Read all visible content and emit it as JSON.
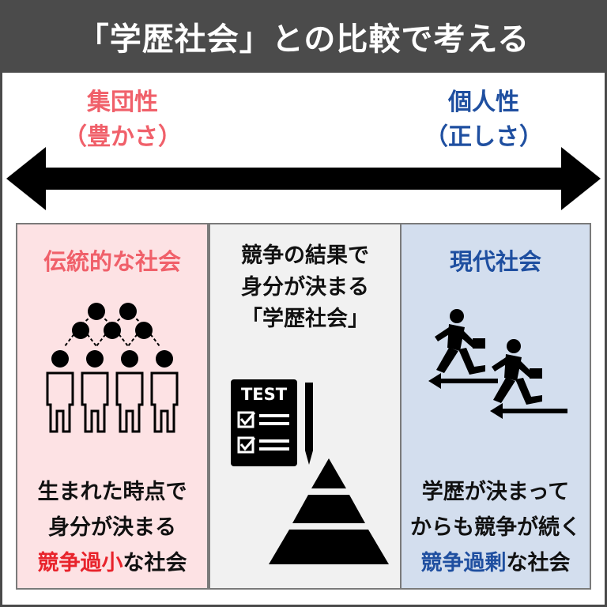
{
  "header": {
    "title": "「学歴社会」との比較で考える"
  },
  "axis": {
    "left": {
      "line1": "集団性",
      "line2": "（豊かさ）"
    },
    "right": {
      "line1": "個人性",
      "line2": "（正しさ）"
    }
  },
  "panels": {
    "left": {
      "title": "伝統的な社会",
      "caption_line1": "生まれた時点で",
      "caption_line2": "身分が決まる",
      "caption_highlight": "競争過小",
      "caption_rest": "な社会"
    },
    "middle": {
      "line1": "競争の結果で",
      "line2": "身分が決まる",
      "line3": "「学歴社会」",
      "test_label": "TEST"
    },
    "right": {
      "title": "現代社会",
      "caption_line1": "学歴が決まって",
      "caption_line2": "からも競争が続く",
      "caption_highlight": "競争過剰",
      "caption_rest": "な社会"
    }
  },
  "colors": {
    "header_bg": "#4b4b4b",
    "left_accent": "#f0606a",
    "right_accent": "#1f4fa0",
    "highlight_red": "#e8232b",
    "left_panel_bg": "#fde2e4",
    "middle_panel_bg": "#f1f1f1",
    "right_panel_bg": "#d3deee"
  },
  "icons": [
    "double-arrow-icon",
    "hierarchy-people-icon",
    "test-paper-icon",
    "pencil-icon",
    "pyramid-icon",
    "running-businessmen-icon"
  ]
}
